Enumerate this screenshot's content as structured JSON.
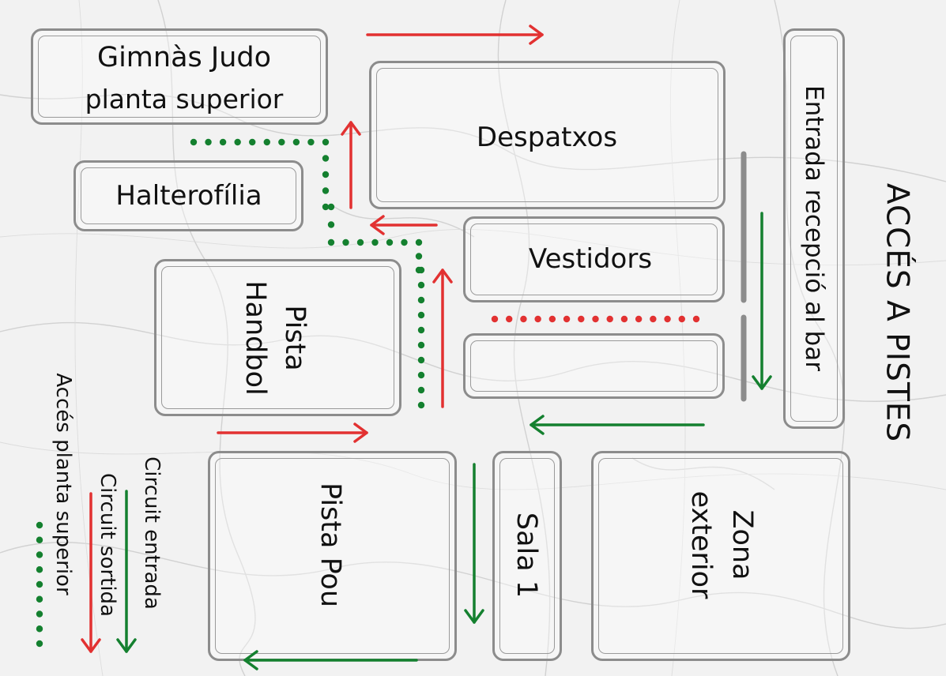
{
  "title": "ACCÉS A PISTES",
  "rooms": {
    "gimnas_judo": {
      "line1": "Gimnàs Judo",
      "line2": "planta superior"
    },
    "halterofilia": "Halterofília",
    "despatxos": "Despatxos",
    "vestidors": "Vestidors",
    "entrada": "Entrada recepció al bar",
    "pista_handbol": {
      "line1": "Pista",
      "line2": "Handbol"
    },
    "pista_pou": "Pista Pou",
    "sala1": "Sala 1",
    "zona_exterior": {
      "line1": "Zona",
      "line2": "exterior"
    }
  },
  "legend": {
    "entrada": "Circuit entrada",
    "sortida": "Circuit sortida",
    "planta": "Accés planta superior"
  },
  "colors": {
    "entrada": "#e23131",
    "sortida": "#14802f",
    "planta": "#14802f",
    "border": "#8c8c8c",
    "separator": "#8c8c8c"
  }
}
